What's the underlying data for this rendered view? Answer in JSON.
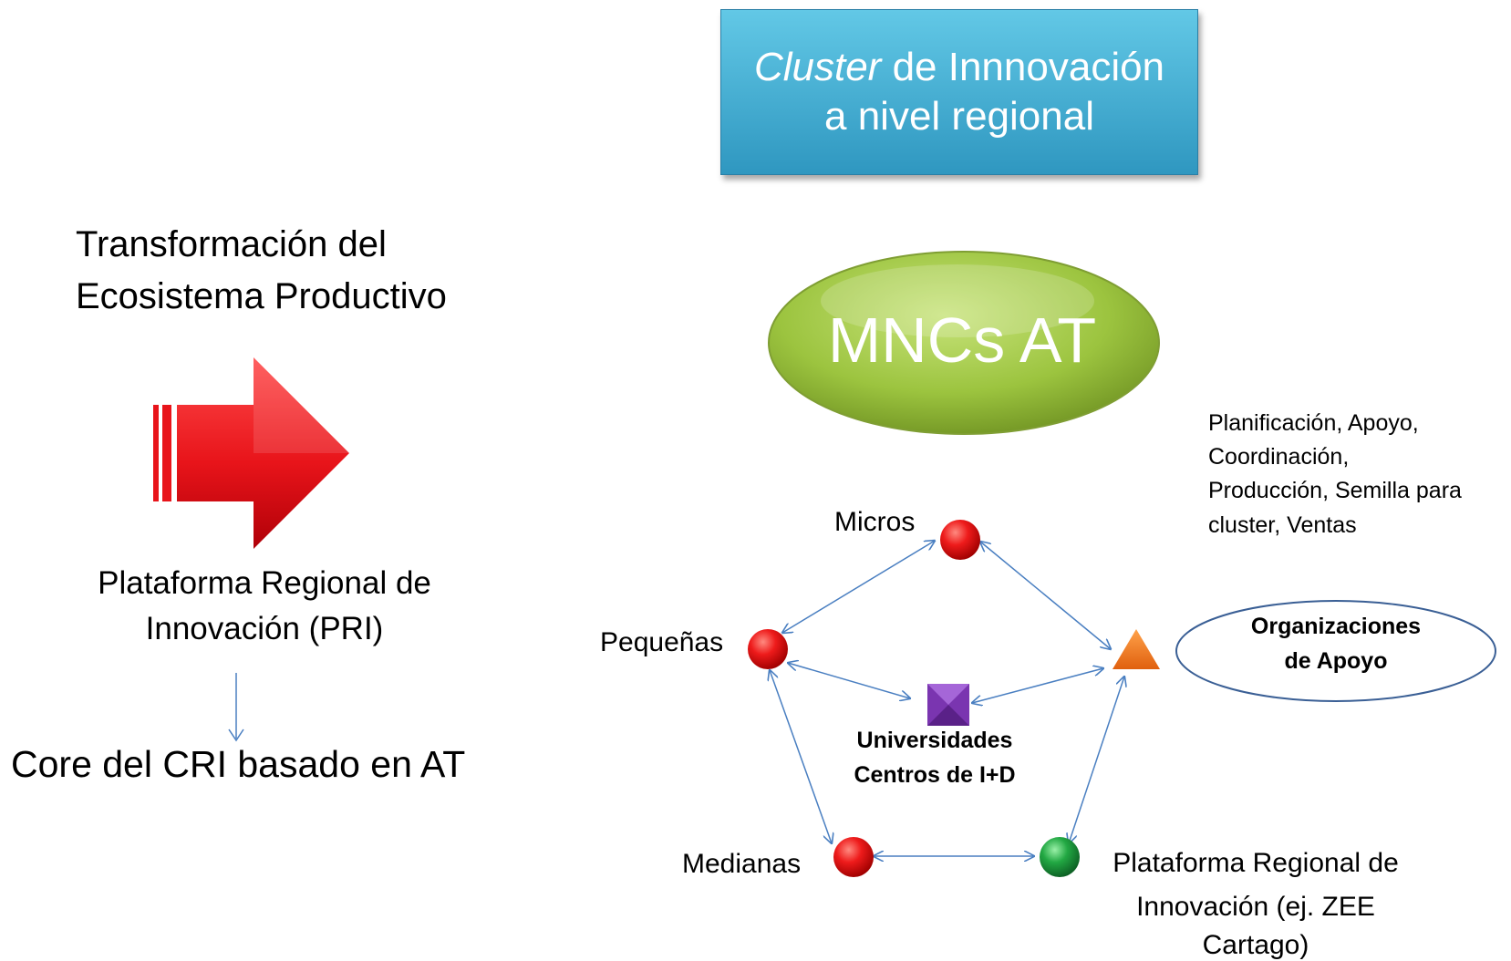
{
  "top_box": {
    "line1_italic": "Cluster",
    "line1_rest": " de Innnovación",
    "line2": "a nivel regional"
  },
  "left": {
    "title_line1": "Transformación  del",
    "title_line2": "Ecosistema Productivo",
    "pri_line1": "Plataforma Regional de",
    "pri_line2": "Innovación (PRI)",
    "core": "Core del CRI basado en AT"
  },
  "ellipse_label": "MNCs AT",
  "functions": {
    "line1": "Planificación, Apoyo,",
    "line2": "Coordinación,",
    "line3": "Producción, Semilla para",
    "line4": "cluster, Ventas"
  },
  "nodes": {
    "micros": "Micros",
    "pequenas": "Pequeñas",
    "medianas": "Medianas",
    "universidades_line1": "Universidades",
    "universidades_line2": "Centros de I+D",
    "plataforma_line1": "Plataforma Regional de",
    "plataforma_line2": "Innovación (ej. ZEE",
    "plataforma_line3": "Cartago)",
    "org_line1": "Organizaciones",
    "org_line2": "de Apoyo"
  },
  "colors": {
    "box": "#3fb0d6",
    "ellipse": "#9cc43f",
    "arrow_big": "#e8141a",
    "company_node": "#e01010",
    "support_node": "#f07a1e",
    "university_node": "#7a35b0",
    "platform_node": "#1e9a3a",
    "connector": "#4a7fc1"
  }
}
